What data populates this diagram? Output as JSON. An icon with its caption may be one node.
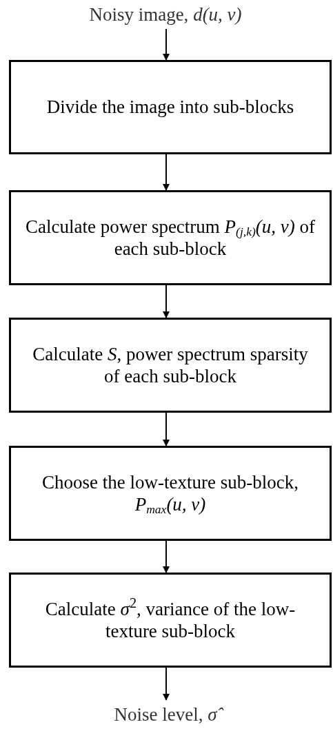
{
  "diagram": {
    "nodes": [
      {
        "text": [
          "Noisy image, *d(u, v)*"
        ]
      },
      {
        "text": [
          "Divide the image into sub-blocks"
        ]
      },
      {
        "text": [
          "Calculate power spectrum *P*$_{(j,k)}$*(u, v)* of each sub-block"
        ]
      },
      {
        "text": [
          "Calculate *S*, power spectrum sparsity of each sub-block"
        ]
      },
      {
        "text": [
          "Choose the low-texture sub-block, *P*$_{max}$*(u, v)*"
        ]
      },
      {
        "text": [
          "Calculate *σ*$^{2}$, variance of the low-texture sub-block"
        ]
      },
      {
        "text": [
          "Noise level, *σ̂*"
        ]
      }
    ],
    "edges": [
      {
        "from": 0,
        "to": 1,
        "arrow": "to"
      },
      {
        "from": 1,
        "to": 2,
        "arrow": "to"
      },
      {
        "from": 2,
        "to": 3,
        "arrow": "to"
      },
      {
        "from": 3,
        "to": 4,
        "arrow": "to"
      },
      {
        "from": 4,
        "to": 5,
        "arrow": "to"
      },
      {
        "from": 5,
        "to": 6,
        "arrow": "to"
      }
    ]
  }
}
